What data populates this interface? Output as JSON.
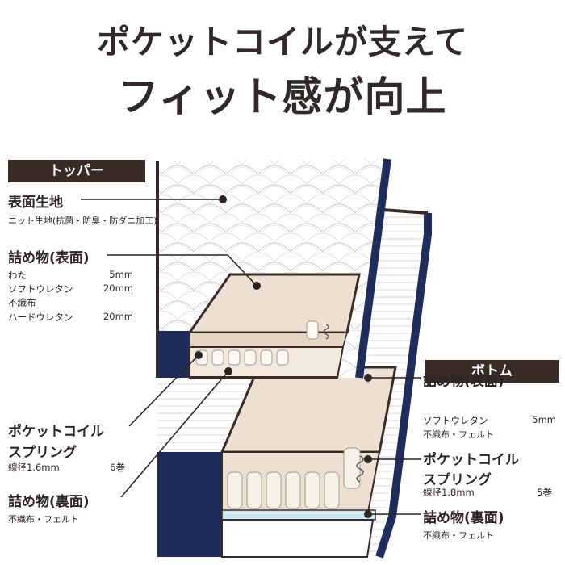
{
  "headline": {
    "line1": "ポケットコイルが支えて",
    "line2": "フィット感が向上"
  },
  "topper": {
    "badge": "トッパー",
    "surface": {
      "title": "表面生地",
      "desc": "ニット生地(抗菌・防臭・防ダニ加工)"
    },
    "filling_top": {
      "title": "詰め物(表面)",
      "specs": [
        {
          "name": "わた",
          "value": "5mm"
        },
        {
          "name": "ソフトウレタン",
          "value": "20mm"
        },
        {
          "name": "不織布",
          "value": ""
        },
        {
          "name": "ハードウレタン",
          "value": "20mm"
        }
      ]
    },
    "spring": {
      "title_line1": "ポケットコイル",
      "title_line2": "スプリング",
      "spec_name": "線径1.6mm",
      "spec_value": "6巻"
    },
    "filling_bottom": {
      "title": "詰め物(裏面)",
      "desc": "不織布・フェルト"
    }
  },
  "bottom": {
    "badge": "ボトム",
    "filling_top": {
      "title": "詰め物(表面)",
      "spec_name": "ソフトウレタン",
      "spec_value": "5mm",
      "desc": "不織布・フェルト"
    },
    "spring": {
      "title_line1": "ポケットコイル",
      "title_line2": "スプリング",
      "spec_name": "線径1.8mm",
      "spec_value": "5巻"
    },
    "filling_bottom": {
      "title": "詰め物(裏面)",
      "desc": "不織布・フェルト"
    }
  },
  "colors": {
    "navy": "#1f2d5c",
    "brown": "#3a2b26",
    "cream": "#ece0d2",
    "light_blue": "#cfe9f3"
  }
}
